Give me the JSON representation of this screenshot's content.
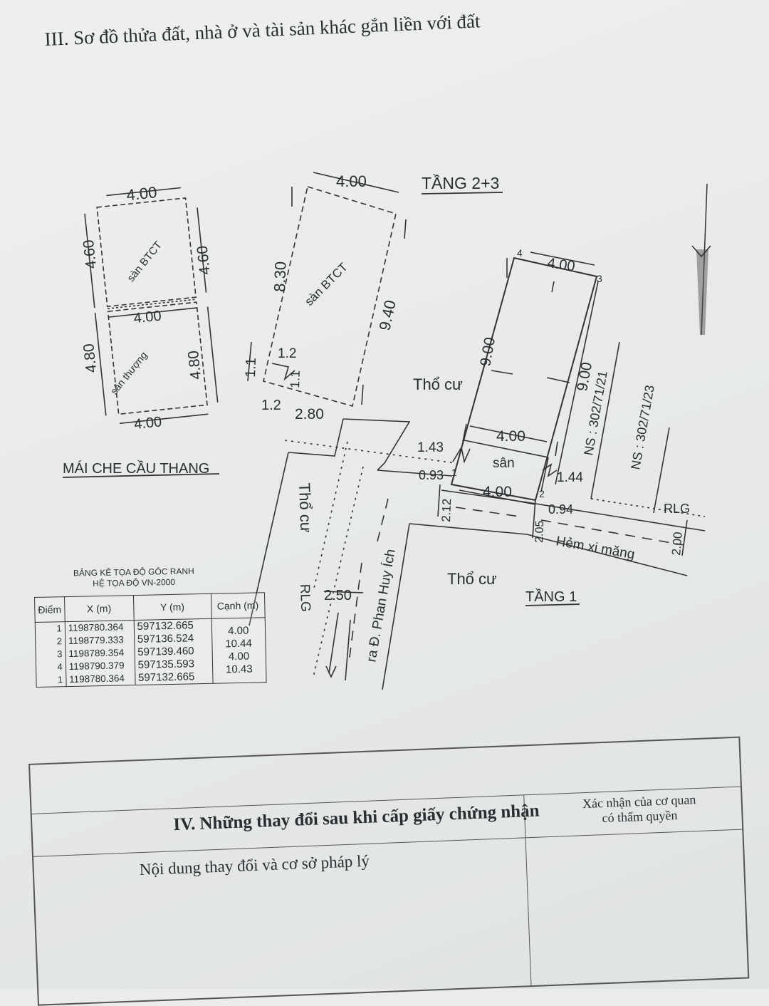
{
  "section3": {
    "title": "III. Sơ đồ thửa đất, nhà ở và tài sản khác gắn liền với đất"
  },
  "drawing": {
    "roof_caption": "MÁI CHE CẦU THANG",
    "floor23_caption": "TẦNG 2+3",
    "floor1_caption": "TẦNG 1",
    "labels": {
      "san_btct": "sàn BTCT",
      "san_thuong": "sân thượng",
      "san": "sân",
      "tho_cu": "Thổ cư",
      "rlg": "RLG",
      "hem": "Hẻm xi măng",
      "road": "ra Đ. Phan Huy Ích",
      "ns21": "NS : 302/71/21",
      "ns23": "NS : 302/71/23"
    },
    "dims": {
      "d400": "4.00",
      "d460": "4.60",
      "d480": "4.80",
      "d830": "8.30",
      "d940": "9.40",
      "d900": "9.00",
      "d11": "1.1",
      "d12": "1.2",
      "d280": "2.80",
      "d143": "1.43",
      "d144": "1.44",
      "d093": "0.93",
      "d094": "0.94",
      "d212": "2.12",
      "d205": "2.05",
      "d200": "2.00",
      "d250": "2.50"
    },
    "points": [
      "1",
      "2",
      "3",
      "4"
    ]
  },
  "coord_table": {
    "title": "BẢNG KÊ TỌA ĐỘ GÓC RANH",
    "subtitle": "HỆ TỌA ĐỘ VN-2000",
    "headers": [
      "Điểm",
      "X (m)",
      "Y (m)",
      "Cạnh (m)"
    ],
    "points": [
      "1",
      "2",
      "3",
      "4",
      "1"
    ],
    "x": [
      "1198780.364",
      "1198779.333",
      "1198789.354",
      "1198790.379",
      "1198780.364"
    ],
    "y": [
      "597132.665",
      "597136.524",
      "597139.460",
      "597135.593",
      "597132.665"
    ],
    "edges": [
      "4.00",
      "10.44",
      "4.00",
      "10.43"
    ]
  },
  "section4": {
    "title": "IV. Những thay đổi sau khi cấp giấy chứng nhận",
    "col_content": "Nội dung thay đổi và cơ sở pháp lý",
    "col_confirm_line1": "Xác nhận của cơ quan",
    "col_confirm_line2": "có thẩm quyền"
  }
}
